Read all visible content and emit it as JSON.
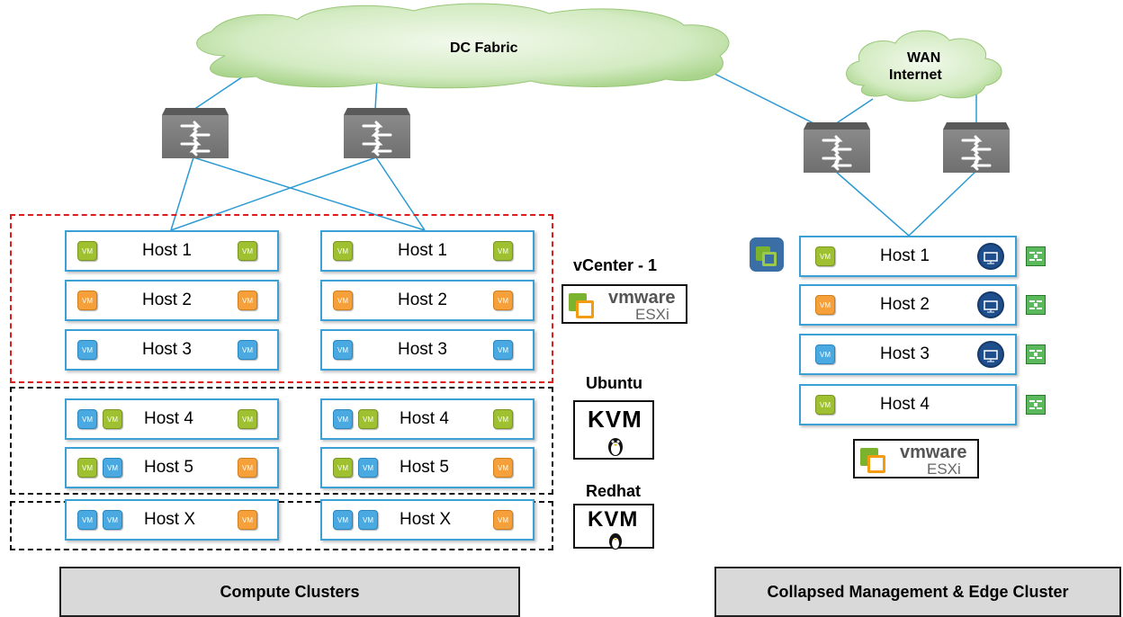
{
  "clouds": {
    "dc_fabric": "DC Fabric",
    "wan_line1": "WAN",
    "wan_line2": "Internet"
  },
  "compute": {
    "rows": [
      {
        "label": "Host 1",
        "left_vms": [
          "green"
        ],
        "right_vm": "green"
      },
      {
        "label": "Host 2",
        "left_vms": [
          "orange"
        ],
        "right_vm": "orange"
      },
      {
        "label": "Host 3",
        "left_vms": [
          "blue"
        ],
        "right_vm": "blue"
      },
      {
        "label": "Host 4",
        "left_vms": [
          "blue",
          "green"
        ],
        "right_vm": "green"
      },
      {
        "label": "Host 5",
        "left_vms": [
          "green",
          "blue"
        ],
        "right_vm": "orange"
      },
      {
        "label": "Host X",
        "left_vms": [
          "blue",
          "blue"
        ],
        "right_vm": "orange"
      }
    ],
    "vm_text": "VM"
  },
  "hypervisors": {
    "vcenter_label": "vCenter - 1",
    "ubuntu_label": "Ubuntu",
    "redhat_label": "Redhat",
    "esxi_brand": "vmware",
    "esxi_product": "ESXi",
    "kvm_text": "KVM"
  },
  "mgmt": {
    "rows": [
      {
        "label": "Host 1",
        "vm": "green",
        "edge": true
      },
      {
        "label": "Host 2",
        "vm": "orange",
        "edge": true
      },
      {
        "label": "Host 3",
        "vm": "blue",
        "edge": true
      },
      {
        "label": "Host 4",
        "vm": "green",
        "edge": false
      }
    ]
  },
  "bottom_labels": {
    "compute": "Compute Clusters",
    "mgmt": "Collapsed Management & Edge Cluster"
  },
  "colors": {
    "link": "#2b9ad3",
    "host_border": "#3aa0d6",
    "red_dash": "#e01b1b",
    "cloud_fill": "#c9e6b3"
  }
}
